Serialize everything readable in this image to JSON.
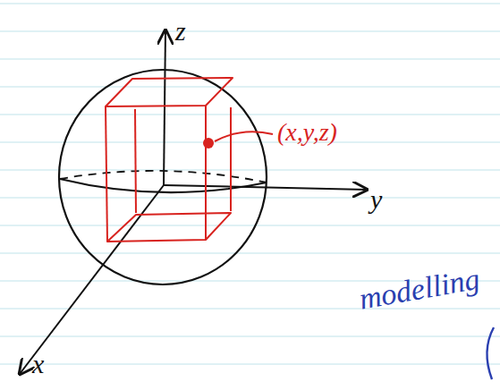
{
  "diagram": {
    "labels": [
      "z",
      "(x,y,z)",
      "y",
      "modelling",
      "x"
    ]
  }
}
